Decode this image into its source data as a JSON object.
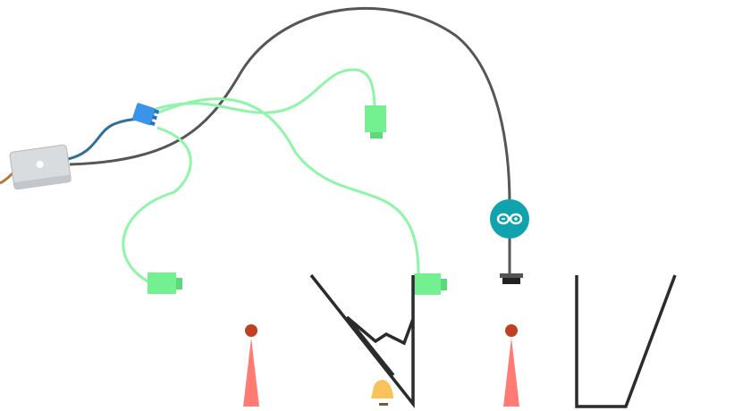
{
  "colors": {
    "background": "#ffffff",
    "usb_cable": "#8ef5a9",
    "usb_cable_dark": "#2f6f9a",
    "power_cable": "#565656",
    "device_body": "#73f08f",
    "device_tab": "#5bd97b",
    "hub": "#3a95e8",
    "hub_port": "#2a6fba",
    "arduino": "#10a2ad",
    "arduino_icon": "#ffffff",
    "wall_line": "#2b2b2b",
    "target_cone": "#ff7b73",
    "target_ball": "#bf4022",
    "bell": "#f8c25c",
    "laptop_body": "#d9dcdf",
    "laptop_logo": "#ffffff",
    "brown_cable": "#b07a3a"
  },
  "icons": {
    "laptop": "laptop-icon",
    "usb_hub": "usb-hub-icon",
    "arduino": "arduino-logo-icon",
    "device": "battery-module-icon",
    "bell": "bell-icon",
    "target": "cone-target-icon"
  },
  "devices": [
    {
      "id": "left",
      "label": ""
    },
    {
      "id": "top",
      "label": ""
    },
    {
      "id": "middle",
      "label": ""
    }
  ],
  "targets": [
    {
      "id": "left-cone"
    },
    {
      "id": "right-cone"
    }
  ]
}
